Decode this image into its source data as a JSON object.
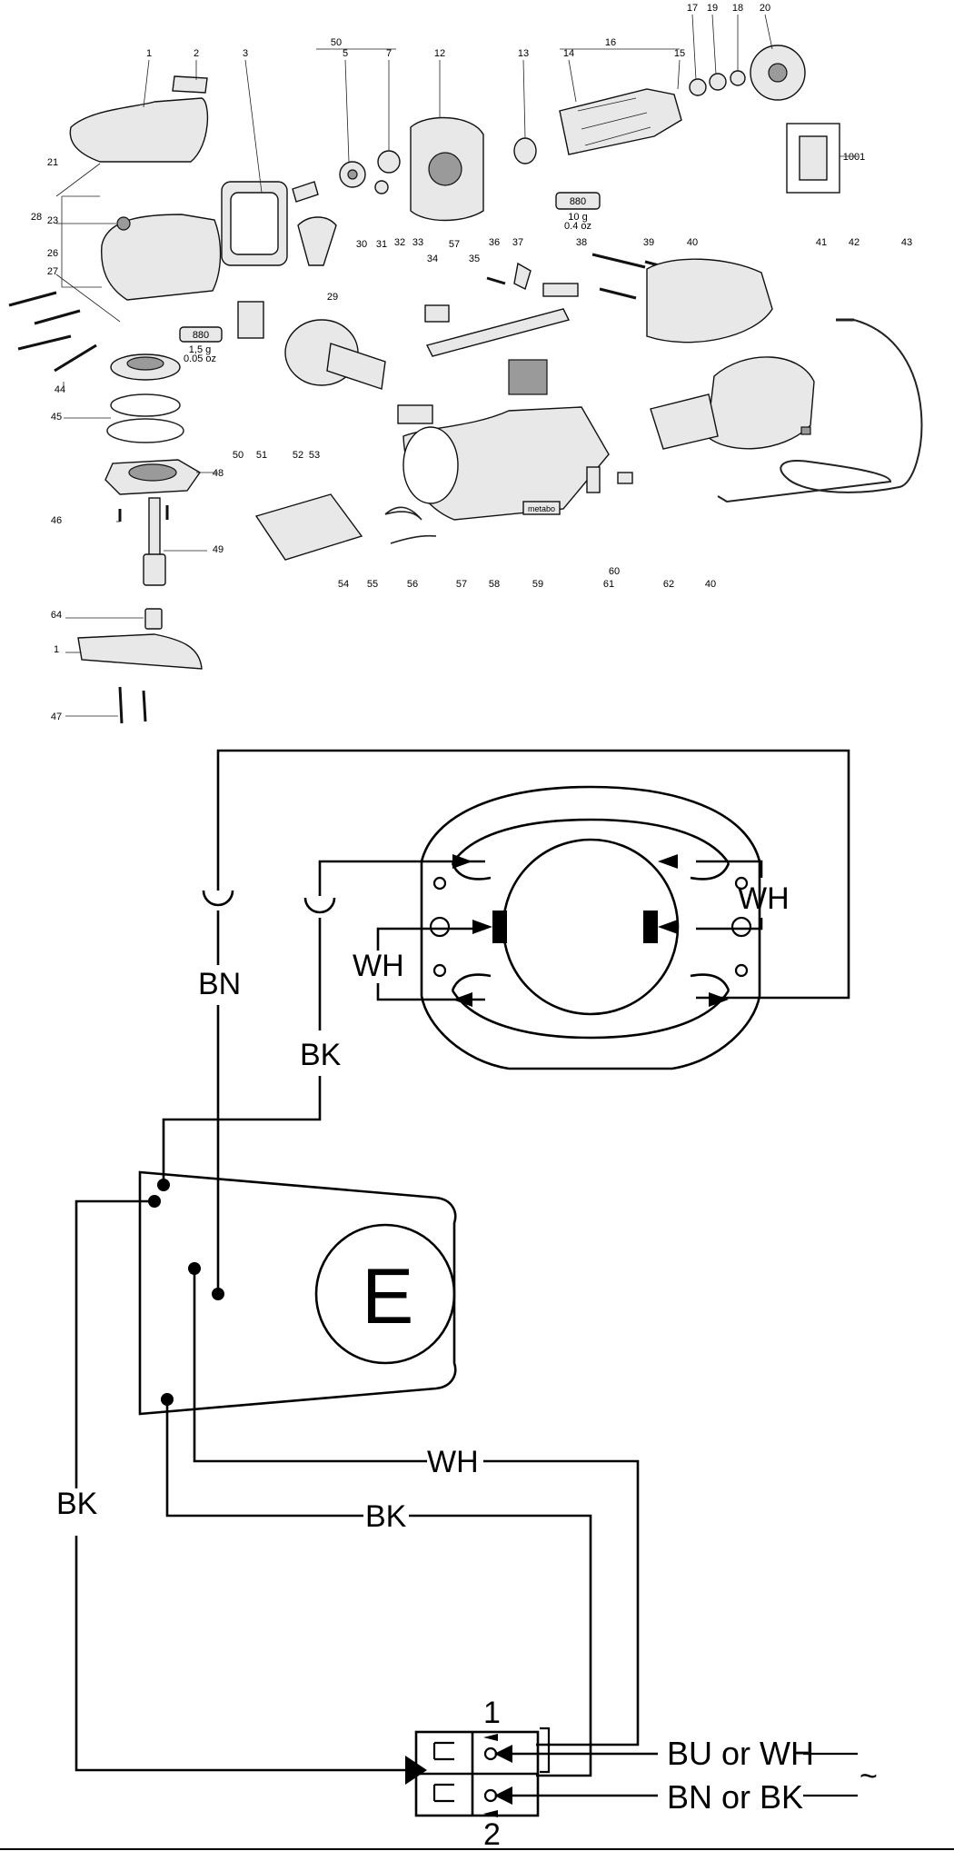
{
  "exploded_view": {
    "part_numbers": [
      "1",
      "2",
      "3",
      "50",
      "5",
      "7",
      "12",
      "13",
      "14",
      "16",
      "15",
      "17",
      "19",
      "18",
      "20",
      "1001",
      "21",
      "23",
      "28",
      "26",
      "27",
      "44",
      "30",
      "31",
      "29",
      "32",
      "33",
      "57",
      "34",
      "35",
      "36",
      "37",
      "38",
      "39",
      "40",
      "41",
      "42",
      "43",
      "45",
      "50",
      "51",
      "52",
      "53",
      "48",
      "46",
      "49",
      "64",
      "1",
      "47",
      "54",
      "55",
      "56",
      "57",
      "58",
      "59",
      "60",
      "61",
      "62",
      "40"
    ],
    "tube_labels": [
      {
        "code": "880",
        "qty": "1,5 g",
        "oz": "0.05 oz"
      },
      {
        "code": "880",
        "qty": "10 g",
        "oz": "0.4 oz"
      }
    ],
    "brand_mark": "metabo"
  },
  "wiring_diagram": {
    "wire_labels": {
      "bn_top": "BN",
      "bk_mid": "BK",
      "wh_left": "WH",
      "wh_right": "WH",
      "bk_left": "BK",
      "wh_bottom": "WH",
      "bk_bottom": "BK"
    },
    "electronics_label": "E",
    "switch_terminals": {
      "t1": "1",
      "t2": "2"
    },
    "supply_labels": {
      "line1": "BU or WH",
      "line2": "BN or BK"
    },
    "ac_symbol": "~"
  }
}
